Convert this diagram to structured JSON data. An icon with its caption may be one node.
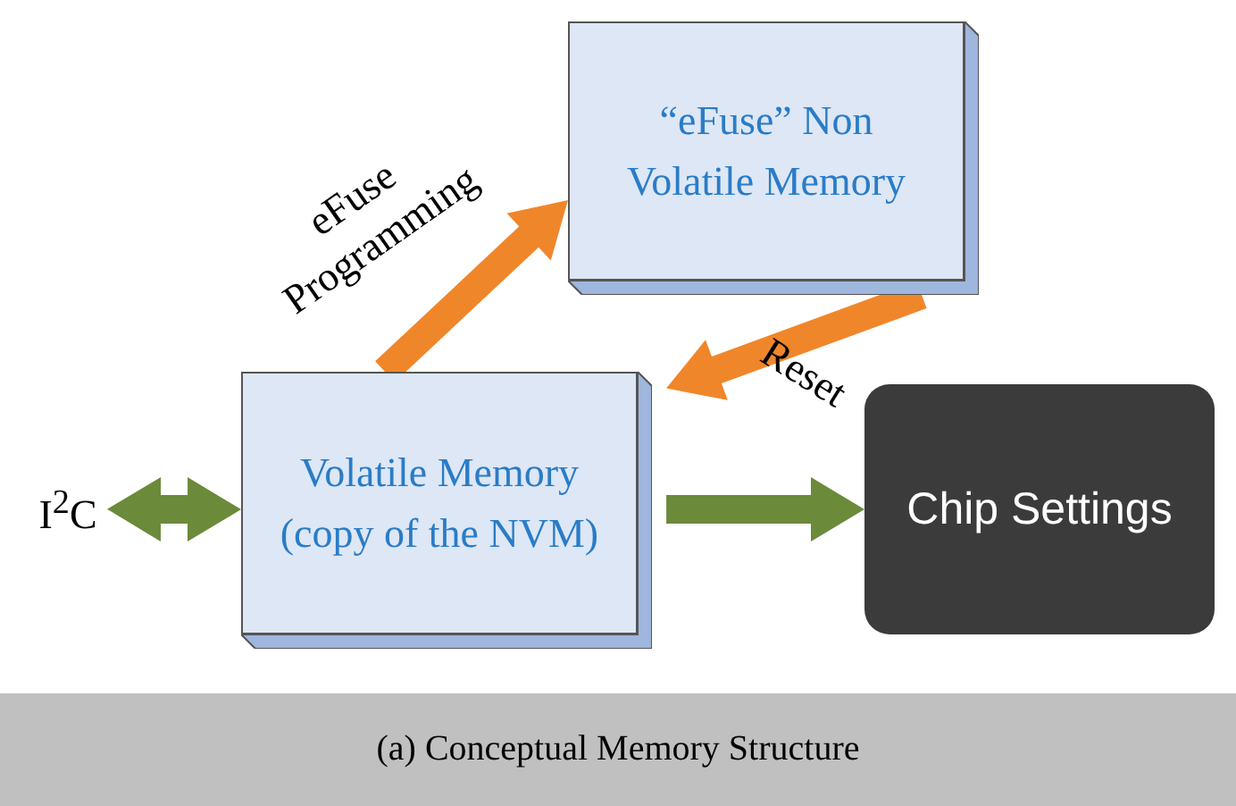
{
  "diagram": {
    "caption": "(a) Conceptual Memory Structure",
    "nodes": [
      {
        "text": [
          "“eFuse” Non Volatile Memory"
        ]
      },
      {
        "text": [
          "Volatile Memory (copy of the NVM)"
        ]
      },
      {
        "text": [
          "Chip Settings"
        ]
      },
      {
        "text": [
          "I$^{2}$C"
        ]
      }
    ],
    "edges": [
      {
        "from": 1,
        "to": 0,
        "arrow": "to",
        "label": "eFuse Programming",
        "color": "#f0862a"
      },
      {
        "from": 0,
        "to": 1,
        "arrow": "to",
        "label": "Reset",
        "color": "#f0862a"
      },
      {
        "from": 3,
        "to": 1,
        "arrow": "both",
        "color": "#6b8a3a"
      },
      {
        "from": 1,
        "to": 2,
        "arrow": "to",
        "color": "#6b8a3a"
      }
    ]
  }
}
